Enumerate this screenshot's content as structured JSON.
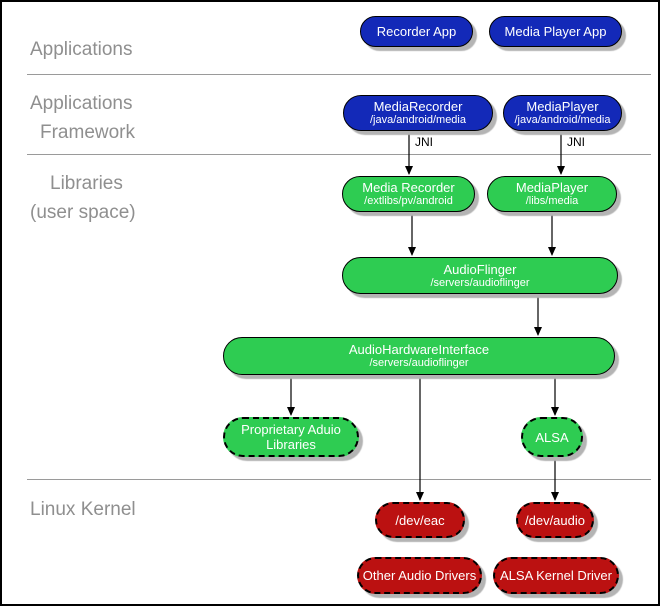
{
  "layers": {
    "applications": "Applications",
    "applications_framework": {
      "line1": "Applications",
      "line2": "Framework"
    },
    "libraries": {
      "line1": "Libraries",
      "line2": "(user space)"
    },
    "linux_kernel": "Linux Kernel"
  },
  "nodes": {
    "recorder_app": {
      "title": "Recorder App"
    },
    "media_player_app": {
      "title": "Media Player App"
    },
    "media_recorder_framework": {
      "title": "MediaRecorder",
      "subtitle": "/java/android/media"
    },
    "media_player_framework": {
      "title": "MediaPlayer",
      "subtitle": "/java/android/media"
    },
    "media_recorder_library": {
      "title": "Media Recorder",
      "subtitle": "/extlibs/pv/android"
    },
    "media_player_library": {
      "title": "MediaPlayer",
      "subtitle": "/libs/media"
    },
    "audio_flinger": {
      "title": "AudioFlinger",
      "subtitle": "/servers/audioflinger"
    },
    "audio_hardware_interface": {
      "title": "AudioHardwareInterface",
      "subtitle": "/servers/audioflinger"
    },
    "proprietary_audio_libraries": {
      "title": "Proprietary Aduio",
      "title2": "Libraries"
    },
    "alsa": {
      "title": "ALSA"
    },
    "dev_eac": {
      "title": "/dev/eac"
    },
    "dev_audio": {
      "title": "/dev/audio"
    },
    "other_audio_drivers": {
      "title": "Other Audio Drivers"
    },
    "alsa_kernel_driver": {
      "title": "ALSA Kernel Driver"
    }
  },
  "edges": [
    {
      "from": "media_recorder_framework",
      "to": "media_recorder_library",
      "label": "JNI"
    },
    {
      "from": "media_player_framework",
      "to": "media_player_library",
      "label": "JNI"
    },
    {
      "from": "media_recorder_library",
      "to": "audio_flinger",
      "label": ""
    },
    {
      "from": "media_player_library",
      "to": "audio_flinger",
      "label": ""
    },
    {
      "from": "audio_flinger",
      "to": "audio_hardware_interface",
      "label": ""
    },
    {
      "from": "audio_hardware_interface",
      "to": "proprietary_audio_libraries",
      "label": ""
    },
    {
      "from": "audio_hardware_interface",
      "to": "alsa",
      "label": ""
    },
    {
      "from": "audio_hardware_interface",
      "to": "dev_eac",
      "label": ""
    },
    {
      "from": "alsa",
      "to": "dev_audio",
      "label": ""
    }
  ],
  "colors": {
    "app_blue": "#1329b8",
    "library_green": "#2ecc52",
    "kernel_red": "#bb1111",
    "shadow_gray": "#b4b4b4",
    "layer_label_gray": "#8f8f8f",
    "divider_gray": "#9a9a9a"
  }
}
